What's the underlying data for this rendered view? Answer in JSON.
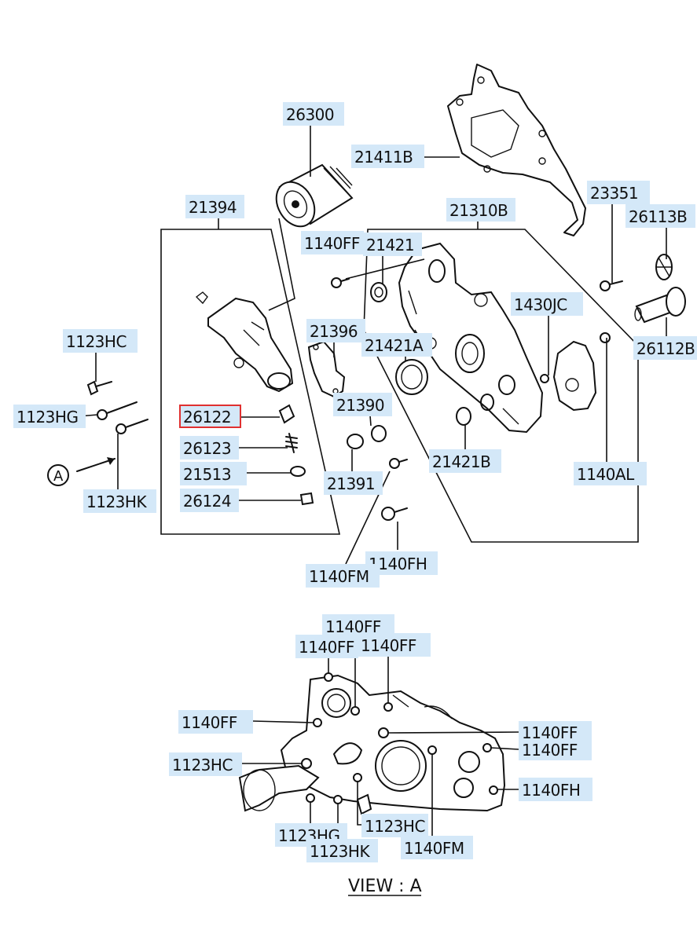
{
  "diagram": {
    "view_caption": "VIEW : A",
    "view_marker": "A",
    "selected_part": "26122",
    "labels": [
      {
        "id": "l-26300",
        "text": "26300"
      },
      {
        "id": "l-21411B",
        "text": "21411B"
      },
      {
        "id": "l-21394",
        "text": "21394"
      },
      {
        "id": "l-21310B",
        "text": "21310B"
      },
      {
        "id": "l-23351",
        "text": "23351"
      },
      {
        "id": "l-26113B",
        "text": "26113B"
      },
      {
        "id": "l-1140FF-a",
        "text": "1140FF"
      },
      {
        "id": "l-21421",
        "text": "21421"
      },
      {
        "id": "l-1430JC",
        "text": "1430JC"
      },
      {
        "id": "l-21396",
        "text": "21396"
      },
      {
        "id": "l-21421A",
        "text": "21421A"
      },
      {
        "id": "l-26112B",
        "text": "26112B"
      },
      {
        "id": "l-1123HC-a",
        "text": "1123HC"
      },
      {
        "id": "l-21390",
        "text": "21390"
      },
      {
        "id": "l-1123HG-a",
        "text": "1123HG"
      },
      {
        "id": "l-26122",
        "text": "26122"
      },
      {
        "id": "l-26123",
        "text": "26123"
      },
      {
        "id": "l-21513",
        "text": "21513"
      },
      {
        "id": "l-21421B",
        "text": "21421B"
      },
      {
        "id": "l-1140AL",
        "text": "1140AL"
      },
      {
        "id": "l-21391",
        "text": "21391"
      },
      {
        "id": "l-26124",
        "text": "26124"
      },
      {
        "id": "l-1123HK-a",
        "text": "1123HK"
      },
      {
        "id": "l-1140FH-a",
        "text": "1140FH"
      },
      {
        "id": "l-1140FM-a",
        "text": "1140FM"
      },
      {
        "id": "l-1140FF-b",
        "text": "1140FF"
      },
      {
        "id": "l-1140FF-c",
        "text": "1140FF"
      },
      {
        "id": "l-1140FF-d",
        "text": "1140FF"
      },
      {
        "id": "l-1140FF-e",
        "text": "1140FF"
      },
      {
        "id": "l-1140FF-f",
        "text": "1140FF"
      },
      {
        "id": "l-1140FF-g",
        "text": "1140FF"
      },
      {
        "id": "l-1123HC-b",
        "text": "1123HC"
      },
      {
        "id": "l-1140FH-b",
        "text": "1140FH"
      },
      {
        "id": "l-1123HC-c",
        "text": "1123HC"
      },
      {
        "id": "l-1123HG-b",
        "text": "1123HG"
      },
      {
        "id": "l-1140FM-b",
        "text": "1140FM"
      },
      {
        "id": "l-1123HK-b",
        "text": "1123HK"
      }
    ]
  }
}
